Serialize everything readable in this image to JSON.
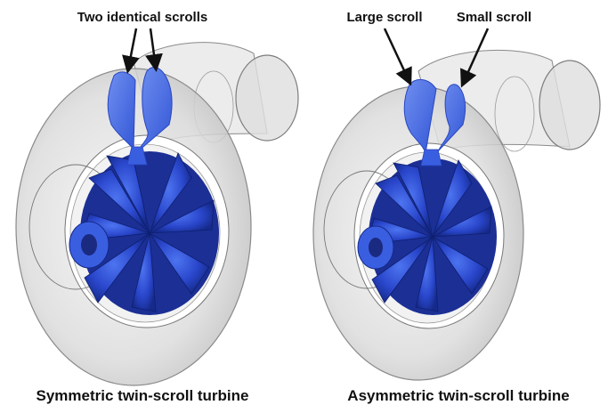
{
  "panels": [
    {
      "id": "symmetric",
      "caption": "Symmetric twin-scroll turbine",
      "callouts": [
        "Two identical scrolls"
      ]
    },
    {
      "id": "asymmetric",
      "caption": "Asymmetric twin-scroll turbine",
      "callouts": [
        "Large scroll",
        "Small scroll"
      ]
    }
  ],
  "colors": {
    "housing_fill": "#e3e3e3",
    "housing_edge": "#8a8a8a",
    "scroll_blue": "#4a6fe0",
    "rotor_blue": "#2f50d8",
    "rotor_dark": "#1a2c8c",
    "background": "#ffffff"
  }
}
